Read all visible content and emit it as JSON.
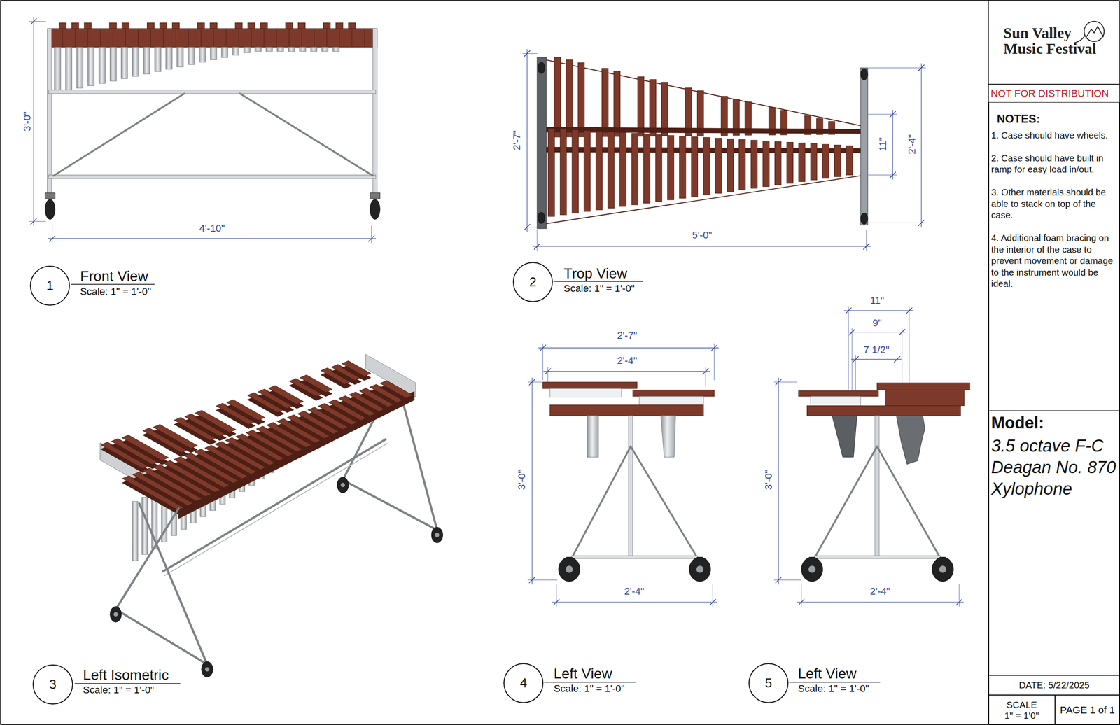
{
  "diagram": {
    "nodes": [
      {
        "text": [
          "1",
          "Front View",
          "Scale: 1\" = 1'-0\""
        ]
      },
      {
        "text": [
          "2",
          "Trop View",
          "Scale: 1\" = 1'-0\""
        ]
      },
      {
        "text": [
          "3",
          "Left Isometric",
          "Scale: 1\" = 1'-0\""
        ]
      },
      {
        "text": [
          "4",
          "Left View",
          "Scale: 1\" = 1'-0\""
        ]
      },
      {
        "text": [
          "5",
          "Left View",
          "Scale: 1\" = 1'-0\""
        ]
      },
      {
        "text": [
          "NOTES:",
          "1. Case should have wheels.",
          "2. Case should have built in ramp for easy load in/out.",
          "3. Other materials should be able to stack on top of the case.",
          "4. Additional foam bracing on the interior of the case to prevent movement or damage to the instrument would be ideal."
        ]
      },
      {
        "text": [
          "Model:",
          "3.5 octave F-C Deagan No. 870 Xylophone"
        ]
      },
      {
        "text": [
          "DATE: 5/22/2025"
        ]
      },
      {
        "text": [
          "SCALE",
          "1\" = 1'0\""
        ]
      },
      {
        "text": [
          "PAGE 1 of 1"
        ]
      }
    ],
    "labels": [
      "Sun Valley Music Festival",
      "NOT FOR DISTRIBUTION",
      "3'-0\"",
      "4'-10\"",
      "2'-7\"",
      "11\"",
      "2'-4\"",
      "5'-0\"",
      "2'-7\"",
      "2'-4\"",
      "3'-0\"",
      "2'-4\"",
      "11\"",
      "9\"",
      "7 1/2\"",
      "3'-0\"",
      "2'-4\""
    ]
  }
}
